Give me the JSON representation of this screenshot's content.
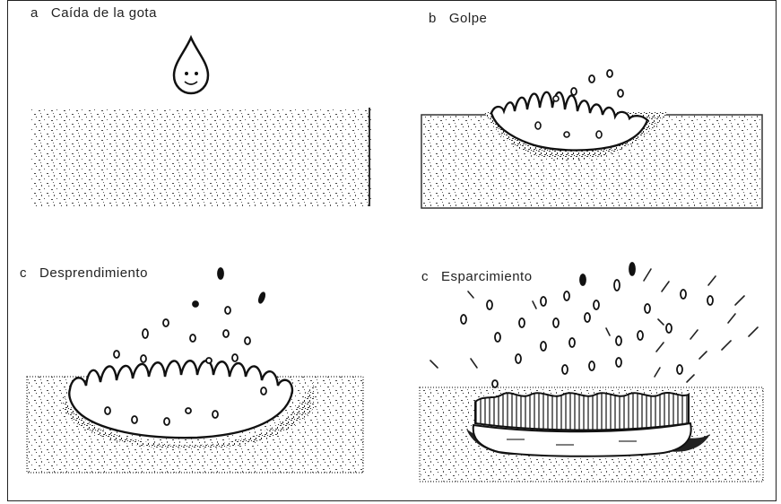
{
  "panels": {
    "a": {
      "letter": "a",
      "title": "Caída de la gota"
    },
    "b": {
      "letter": "b",
      "title": "Golpe"
    },
    "c": {
      "letter": "c",
      "title": "Desprendimiento"
    },
    "d": {
      "letter": "c",
      "title": "Esparcimiento"
    }
  },
  "colors": {
    "ink": "#1a1a1a",
    "soil_speckle": "#333333",
    "line": "#222222"
  }
}
